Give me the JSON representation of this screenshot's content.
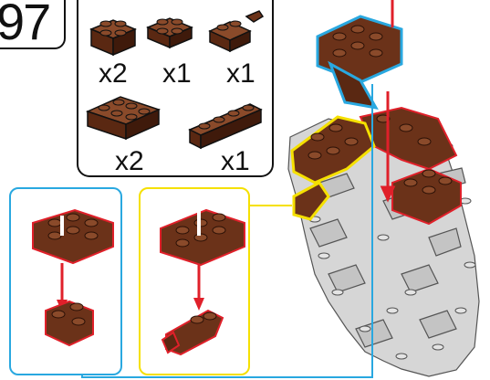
{
  "step": {
    "number": "97"
  },
  "parts": [
    {
      "name": "brick-2x2",
      "quantity": "x2"
    },
    {
      "name": "brick-2x2-small",
      "quantity": "x1"
    },
    {
      "name": "brick-2x2-clip",
      "quantity": "x1"
    },
    {
      "name": "brick-2x3",
      "quantity": "x2"
    },
    {
      "name": "brick-1x4",
      "quantity": "x1"
    }
  ],
  "colors": {
    "brick_brown": "#6b3219",
    "brick_brown_dark": "#3f1a0b",
    "brick_brown_light": "#8a4a2a",
    "model_gray": "#d6d6d6",
    "callout_blue": "#29a8e0",
    "callout_yellow": "#f5e000",
    "arrow_red": "#e0202a",
    "outline_red": "#e0202a"
  }
}
